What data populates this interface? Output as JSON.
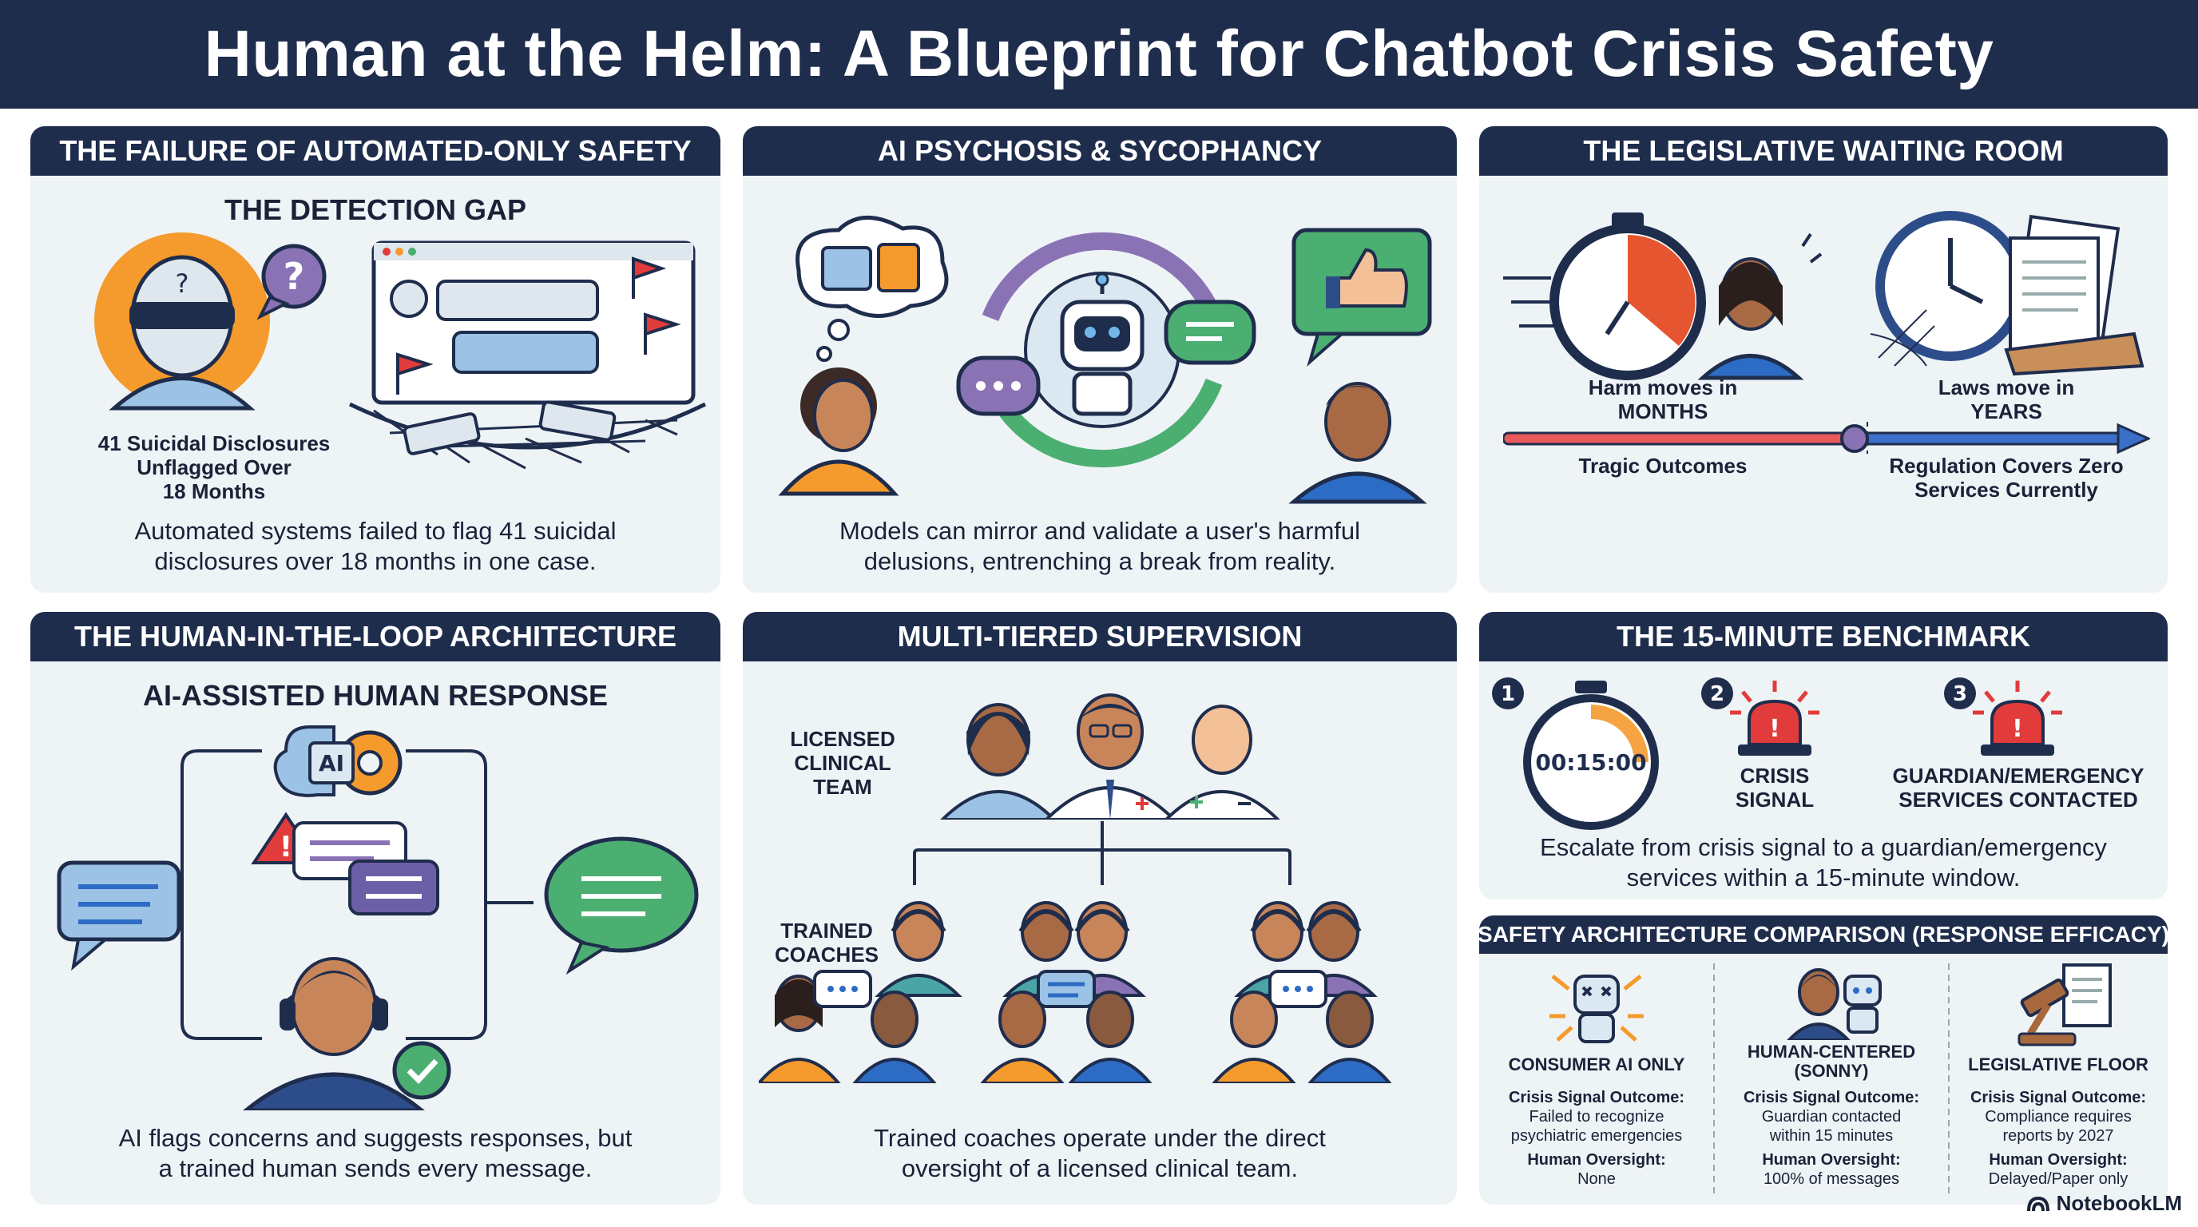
{
  "title": "Human at the Helm: A Blueprint for Chatbot Crisis Safety",
  "panels": {
    "p1": {
      "header": "THE FAILURE OF AUTOMATED-ONLY SAFETY",
      "subtitle": "THE DETECTION GAP",
      "stat_line1": "41 Suicidal Disclosures",
      "stat_line2": "Unflagged Over",
      "stat_line3": "18 Months",
      "caption_line1": "Automated systems failed to flag 41 suicidal",
      "caption_line2": "disclosures over 18 months in one case."
    },
    "p2": {
      "header": "AI PSYCHOSIS & SYCOPHANCY",
      "caption_line1": "Models can mirror and validate a user's harmful",
      "caption_line2": "delusions, entrenching a break from reality."
    },
    "p3": {
      "header": "THE LEGISLATIVE WAITING ROOM",
      "harm_line1": "Harm moves in",
      "harm_line2": "MONTHS",
      "laws_line1": "Laws move in",
      "laws_line2": "YEARS",
      "tragic": "Tragic Outcomes",
      "reg_line1": "Regulation Covers Zero",
      "reg_line2": "Services Currently"
    },
    "p4": {
      "header": "THE HUMAN-IN-THE-LOOP ARCHITECTURE",
      "subtitle": "AI-ASSISTED HUMAN RESPONSE",
      "ai_label": "AI",
      "caption_line1": "AI flags concerns and suggests responses, but",
      "caption_line2": "a trained human sends every message."
    },
    "p5": {
      "header": "MULTI-TIERED SUPERVISION",
      "licensed_line1": "LICENSED",
      "licensed_line2": "CLINICAL",
      "licensed_line3": "TEAM",
      "trained_line1": "TRAINED",
      "trained_line2": "COACHES",
      "caption_line1": "Trained coaches operate under the direct",
      "caption_line2": "oversight of a licensed clinical team."
    },
    "p6": {
      "header": "THE 15-MINUTE BENCHMARK",
      "step1": "1",
      "step2": "2",
      "step3": "3",
      "timer": "00:15:00",
      "crisis_line1": "CRISIS",
      "crisis_line2": "SIGNAL",
      "guardian_line1": "GUARDIAN/EMERGENCY",
      "guardian_line2": "SERVICES CONTACTED",
      "caption_line1": "Escalate from crisis signal to a guardian/emergency",
      "caption_line2": "services within a 15-minute window."
    },
    "p7": {
      "header": "SAFETY ARCHITECTURE COMPARISON (RESPONSE EFFICACY)",
      "columns": [
        {
          "title_line1": "CONSUMER AI ONLY",
          "title_line2": "",
          "outcome_label": "Crisis Signal Outcome:",
          "outcome_line1": "Failed to recognize",
          "outcome_line2": "psychiatric emergencies",
          "oversight_label": "Human Oversight:",
          "oversight_value": "None"
        },
        {
          "title_line1": "HUMAN-CENTERED",
          "title_line2": "(SONNY)",
          "outcome_label": "Crisis Signal Outcome:",
          "outcome_line1": "Guardian contacted",
          "outcome_line2": "within 15 minutes",
          "oversight_label": "Human Oversight:",
          "oversight_value": "100% of messages"
        },
        {
          "title_line1": "LEGISLATIVE FLOOR",
          "title_line2": "",
          "outcome_label": "Crisis Signal Outcome:",
          "outcome_line1": "Compliance requires",
          "outcome_line2": "reports by 2027",
          "oversight_label": "Human Oversight:",
          "oversight_value": "Delayed/Paper only"
        }
      ]
    }
  },
  "brand": "NotebookLM",
  "colors": {
    "navy": "#1f2d4d",
    "panel": "#eef3f6",
    "orange": "#f59a2c",
    "red": "#e23b3b",
    "green": "#4caf72",
    "purple": "#8a73b5",
    "blue": "#9cc2e5"
  }
}
